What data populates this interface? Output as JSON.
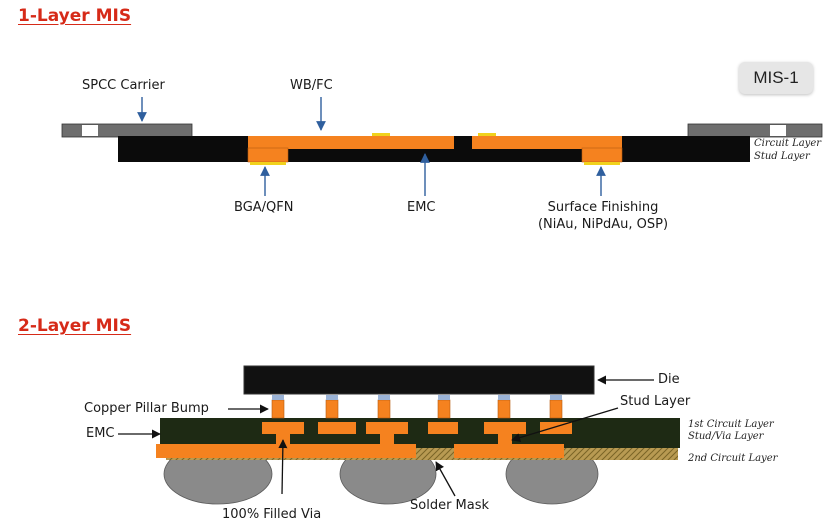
{
  "badge": "MIS-1",
  "one_layer": {
    "title": "1-Layer MIS",
    "labels": {
      "spcc_carrier": "SPCC Carrier",
      "wb_fc": "WB/FC",
      "bga_qfn": "BGA/QFN",
      "emc": "EMC",
      "surface_finishing": "Surface Finishing",
      "surface_finishing_detail": "(NiAu, NiPdAu, OSP)",
      "circuit_layer": "Circuit Layer",
      "stud_layer": "Stud Layer"
    }
  },
  "two_layer": {
    "title": "2-Layer MIS",
    "labels": {
      "die": "Die",
      "copper_pillar_bump": "Copper Pillar Bump",
      "stud_layer": "Stud Layer",
      "emc": "EMC",
      "first_circuit_layer": "1st Circuit Layer",
      "stud_via_layer": "Stud/Via Layer",
      "second_circuit_layer": "2nd Circuit Layer",
      "filled_via": "100% Filled Via",
      "solder_mask": "Solder Mask"
    }
  },
  "colors": {
    "title": "#d62a18",
    "copper": "#f5821f",
    "emc_black": "#0b0b0b",
    "carrier_gray": "#6e6e6e",
    "finish_yellow": "#f1d21c",
    "emc_green": "#1e2a14",
    "solder_mask": "#b89a52",
    "solder_ball": "#8a8a8a",
    "arrow": "#2f5f9e"
  }
}
